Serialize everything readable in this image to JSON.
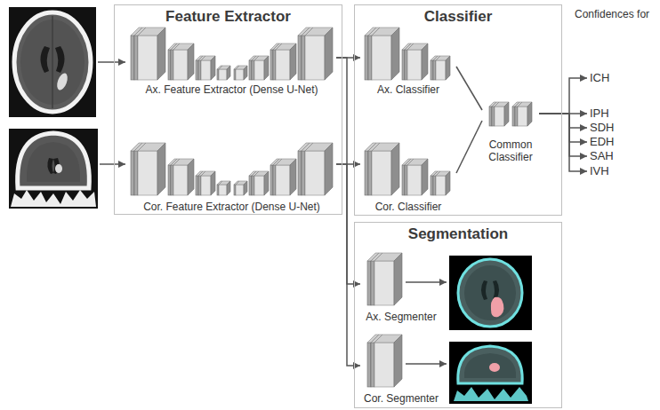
{
  "diagram": {
    "nodes": [
      {
        "text": [
          "Feature Extractor"
        ]
      },
      {
        "text": [
          "Ax. Feature Extractor (Dense U-Net)"
        ],
        "in": 0
      },
      {
        "text": [
          "Cor. Feature Extractor (Dense U-Net)"
        ],
        "in": 0
      },
      {
        "text": [
          "Classifier"
        ]
      },
      {
        "text": [
          "Ax. Classifier"
        ],
        "in": 3
      },
      {
        "text": [
          "Cor. Classifier"
        ],
        "in": 3
      },
      {
        "text": [
          "Common Classifier"
        ],
        "in": 3
      },
      {
        "text": [
          "Segmentation"
        ]
      },
      {
        "text": [
          "Ax. Segmenter"
        ],
        "in": 7
      },
      {
        "text": [
          "Cor. Segmenter"
        ],
        "in": 7
      },
      {
        "text": [
          "ICH"
        ]
      },
      {
        "text": [
          "IPH"
        ]
      },
      {
        "text": [
          "SDH"
        ]
      },
      {
        "text": [
          "EDH"
        ]
      },
      {
        "text": [
          "SAH"
        ]
      },
      {
        "text": [
          "IVH"
        ]
      }
    ],
    "edges": [
      {
        "from": 1,
        "to": 4,
        "arrow": "to"
      },
      {
        "from": 2,
        "to": 5,
        "arrow": "to"
      },
      {
        "from": 1,
        "to": 8,
        "arrow": "to"
      },
      {
        "from": 2,
        "to": 9,
        "arrow": "to"
      },
      {
        "from": 4,
        "to": 6,
        "arrow": "none"
      },
      {
        "from": 5,
        "to": 6,
        "arrow": "none"
      },
      {
        "from": 6,
        "to": 10,
        "arrow": "to"
      },
      {
        "from": 6,
        "to": 11,
        "arrow": "to"
      },
      {
        "from": 6,
        "to": 12,
        "arrow": "to"
      },
      {
        "from": 6,
        "to": 13,
        "arrow": "to"
      },
      {
        "from": 6,
        "to": 14,
        "arrow": "to"
      },
      {
        "from": 6,
        "to": 15,
        "arrow": "to"
      }
    ],
    "labels": [
      "Confidences for"
    ]
  }
}
